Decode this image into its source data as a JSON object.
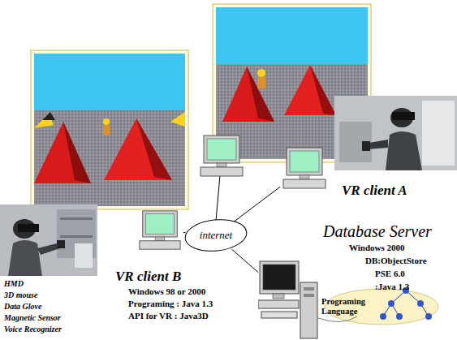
{
  "diagram": {
    "nodes": [
      {
        "text": [
          "VR client A"
        ]
      },
      {
        "text": [
          "internet"
        ]
      },
      {
        "text": [
          "VR client B",
          "Windows 98 or 2000",
          "Programing : Java 1.3",
          "API for VR : Java3D"
        ]
      },
      {
        "text": [
          "Database Server",
          "Windows 2000",
          "DB:ObjectStore",
          "PSE 6.0",
          ":Java 1.3"
        ]
      }
    ],
    "edges": [
      {
        "from": 1,
        "to": 0,
        "arrow": "none"
      },
      {
        "from": 1,
        "to": 2,
        "arrow": "none"
      },
      {
        "from": 1,
        "to": 3,
        "arrow": "none"
      }
    ],
    "labels": [
      "HMD",
      "3D mouse",
      "Data Glove",
      "Magnetic Sensor",
      "Voice Recognizer",
      "Programing Language"
    ]
  }
}
